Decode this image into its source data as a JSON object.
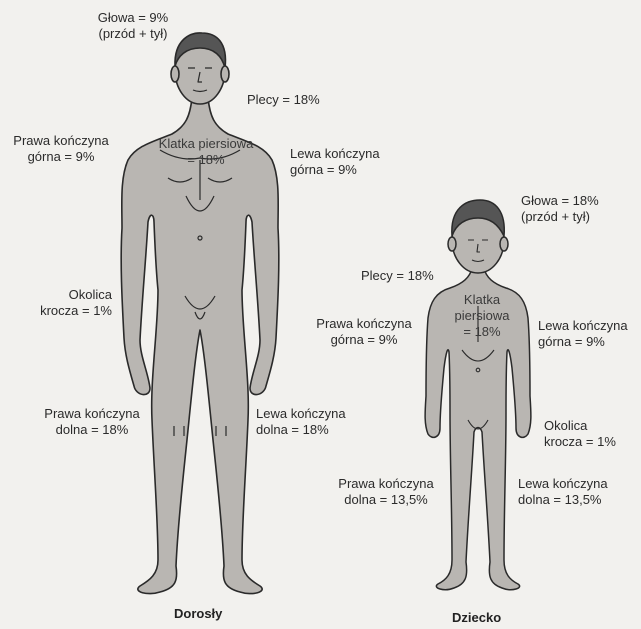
{
  "adult": {
    "caption": "Dorosły",
    "labels": {
      "head": "Głowa = 9%\n(przód + tył)",
      "back": "Plecy = 18%",
      "right_arm": "Prawa kończyna\ngórna = 9%",
      "chest": "Klatka piersiowa\n= 18%",
      "left_arm": "Lewa kończyna\ngórna = 9%",
      "groin": "Okolica\nkrocza = 1%",
      "right_leg": "Prawa kończyna\ndolna = 18%",
      "left_leg": "Lewa kończyna\ndolna = 18%"
    }
  },
  "child": {
    "caption": "Dziecko",
    "labels": {
      "head": "Głowa = 18%\n(przód + tył)",
      "back": "Plecy = 18%",
      "right_arm": "Prawa kończyna\ngórna = 9%",
      "chest": "Klatka\npiersiowa\n= 18%",
      "left_arm": "Lewa kończyna\ngórna = 9%",
      "groin": "Okolica\nkrocza = 1%",
      "right_leg": "Prawa kończyna\ndolna = 13,5%",
      "left_leg": "Lewa kończyna\ndolna = 13,5%"
    }
  },
  "colors": {
    "background": "#f2f1ee",
    "skin": "#b9b6b2",
    "hair": "#555555",
    "outline": "#2a2a2a"
  }
}
